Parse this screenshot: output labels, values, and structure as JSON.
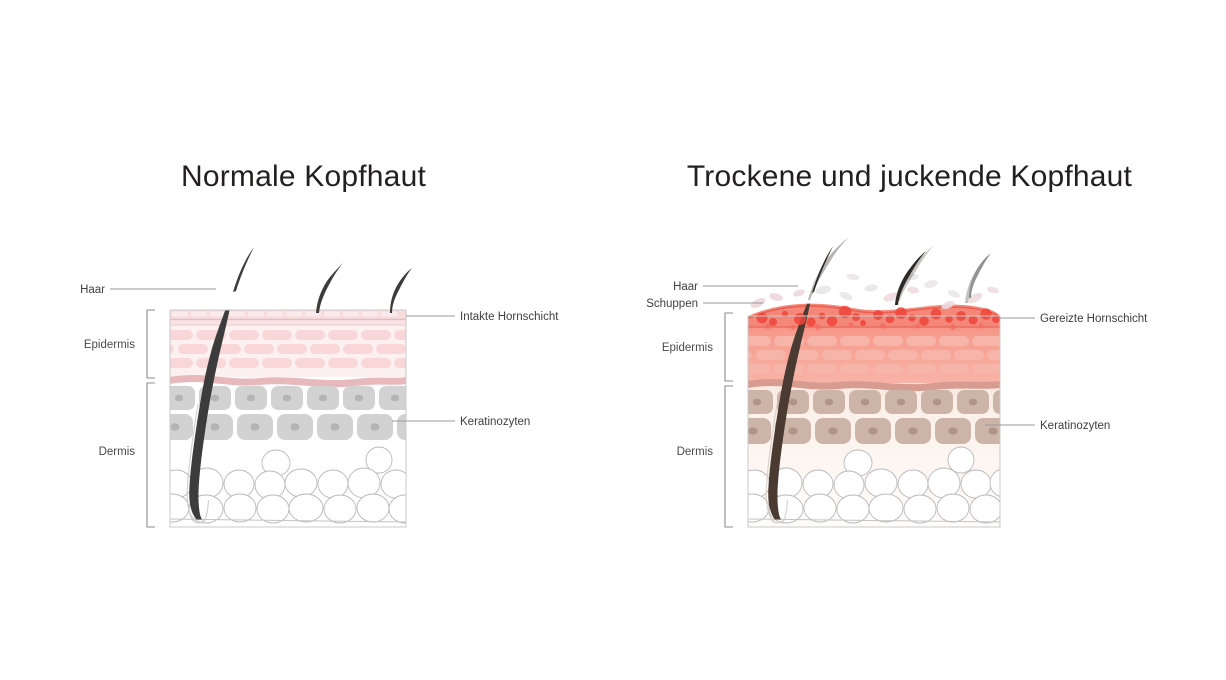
{
  "document": {
    "type": "medical-illustration",
    "subject": "Kopfhaut Querschnitt Vergleich",
    "background_color": "#ffffff"
  },
  "panels": [
    {
      "id": "normal",
      "title": "Normale Kopfhaut",
      "side_labels": [
        {
          "name": "epidermis",
          "text": "Epidermis"
        },
        {
          "name": "dermis",
          "text": "Dermis"
        }
      ],
      "callouts_left": [
        {
          "name": "haar",
          "text": "Haar"
        }
      ],
      "callouts_right": [
        {
          "name": "hornschicht",
          "text": "Intakte Hornschicht"
        },
        {
          "name": "keratinozyten",
          "text": "Keratinozyten"
        }
      ],
      "colors": {
        "stratum_corneum": "#f7dcdd",
        "stratum_corneum_line": "#eab9bd",
        "epidermis_bg": "#fdf0f1",
        "epidermis_brick": "#f9d7d9",
        "basal_wave": "#e7b9bc",
        "keratinocyte": "#d2d2d2",
        "keratinocyte_nucleus": "#b4b4b4",
        "dermis_bg": "#ffffff",
        "hair": "#3c3c3c",
        "frame": "#c9c9c9"
      }
    },
    {
      "id": "dry-itchy",
      "title": "Trockene und juckende Kopfhaut",
      "side_labels": [
        {
          "name": "epidermis",
          "text": "Epidermis"
        },
        {
          "name": "dermis",
          "text": "Dermis"
        }
      ],
      "callouts_left": [
        {
          "name": "haar",
          "text": "Haar"
        },
        {
          "name": "schuppen",
          "text": "Schuppen"
        }
      ],
      "callouts_right": [
        {
          "name": "hornschicht",
          "text": "Gereizte Hornschicht"
        },
        {
          "name": "keratinozyten",
          "text": "Keratinozyten"
        }
      ],
      "colors": {
        "stratum_corneum": "#f5877a",
        "stratum_corneum_line": "#e8604f",
        "epidermis_bg": "#f8a296",
        "epidermis_brick": "#f7b5aa",
        "basal_wave": "#d79b90",
        "keratinocyte": "#cdb4a8",
        "keratinocyte_nucleus": "#b09486",
        "dermis_bg": "#fdf4ef",
        "hair": "#4a3a32",
        "irritation_dot": "#f0453a",
        "flake": "#efd8dd",
        "frame": "#c9c9c9"
      }
    }
  ]
}
